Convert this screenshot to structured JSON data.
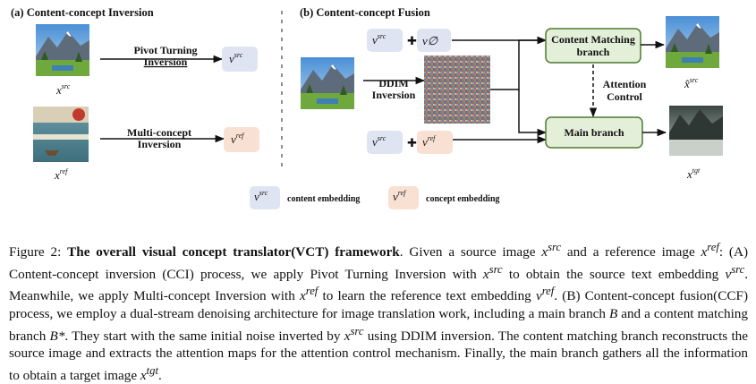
{
  "panel_a": {
    "title": "(a) Content-concept Inversion",
    "pivot_label_1": "Pivot Turning",
    "pivot_label_2": "Inversion",
    "multi_label_1": "Multi-concept",
    "multi_label_2": "Inversion",
    "x_src": "x",
    "x_src_sup": "src",
    "x_ref": "x",
    "x_ref_sup": "ref",
    "v_src": "v",
    "v_src_sup": "src",
    "v_ref": "v",
    "v_ref_sup": "ref"
  },
  "panel_b": {
    "title": "(b) Content-concept Fusion",
    "top_embed_v": "v",
    "top_embed_sup": "src",
    "null_embed": "v∅",
    "ddim_label_1": "DDIM",
    "ddim_label_2": "Inversion",
    "bottom_embed_v1": "v",
    "bottom_embed_sup1": "src",
    "bottom_embed_v2": "v",
    "bottom_embed_sup2": "ref",
    "cm_branch_1": "Content Matching",
    "cm_branch_2": "branch",
    "main_branch": "Main branch",
    "attn_1": "Attention",
    "attn_2": "Control",
    "xhat": "x̂",
    "xhat_sup": "src",
    "xtgt": "x",
    "xtgt_sup": "tgt",
    "plus": "✚"
  },
  "legend": {
    "content_v": "v",
    "content_sup": "src",
    "content_text": "content embedding",
    "concept_v": "v",
    "concept_sup": "ref",
    "concept_text": "concept embedding"
  },
  "colors": {
    "src_box": "#dfe4f3",
    "ref_box": "#f8e1d3",
    "branch_fill": "#e4efd9",
    "branch_stroke": "#4d7a2f"
  },
  "caption": {
    "prefix": "Figure 2: ",
    "title": "The overall visual concept translator(VCT) framework",
    "t1": ". Given a source image ",
    "t2": " and a reference image ",
    "t3": ": (A) Content-concept inversion (CCI) process, we apply Pivot Turning Inversion with ",
    "t4": " to obtain the source text embedding ",
    "t5": ". Meanwhile, we apply Multi-concept Inversion with ",
    "t6": " to learn the reference text embedding ",
    "t7": ". (B) Content-concept fusion(CCF) process, we employ a dual-stream denoising architecture for image translation work, including a main branch ",
    "B": "B",
    "t8": " and a content matching branch ",
    "Bstar": "B*",
    "t9": ". They start with the same initial noise inverted by ",
    "t10": " using DDIM inversion. The content matching branch reconstructs the source image and extracts the attention maps for the attention control mechanism. Finally, the main branch gathers all the information to obtain a target image ",
    "t11": ".",
    "x": "x",
    "v": "v",
    "src": "src",
    "ref": "ref",
    "tgt": "tgt"
  }
}
